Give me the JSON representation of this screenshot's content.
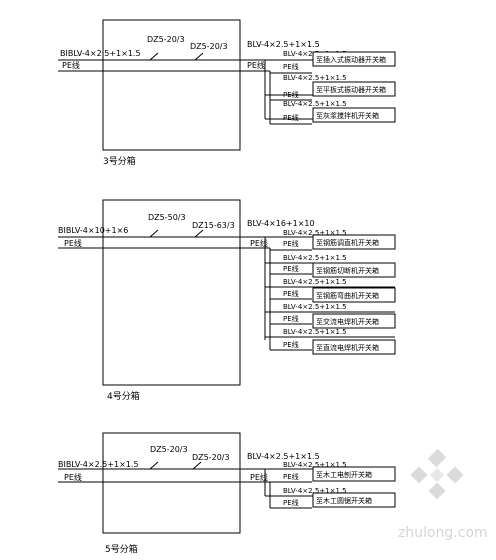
{
  "panels": [
    {
      "name": "3号分箱",
      "input_cable": "BIBLV-4×2.5+1×1.5",
      "input_pe": "PE线",
      "breaker_a": "DZ5-20/3",
      "breaker_b": "DZ5-20/3",
      "output_cable": "BLV-4×2.5+1×1.5",
      "output_pe": "PE线",
      "branches": [
        {
          "cable": "BLV-4×2.5+1×1.5",
          "pe": "PE线",
          "target": "至插入式振动器开关箱"
        },
        {
          "cable": "BLV-4×2.5+1×1.5",
          "pe": "PE线",
          "target": "至平板式振动器开关箱"
        },
        {
          "cable": "BLV-4×2.5+1×1.5",
          "pe": "PE线",
          "target": "至灰浆搅拌机开关箱"
        }
      ]
    },
    {
      "name": "4号分箱",
      "input_cable": "BIBLV-4×10+1×6",
      "input_pe": "PE线",
      "breaker_a": "DZ5-50/3",
      "breaker_b": "DZ15-63/3",
      "output_cable": "BLV-4×16+1×10",
      "output_pe": "PE线",
      "branches": [
        {
          "cable": "BLV-4×2.5+1×1.5",
          "pe": "PE线",
          "target": "至钢筋调直机开关箱"
        },
        {
          "cable": "BLV-4×2.5+1×1.5",
          "pe": "PE线",
          "target": "至钢筋切断机开关箱"
        },
        {
          "cable": "BLV-4×2.5+1×1.5",
          "pe": "PE线",
          "target": "至钢筋弯曲机开关箱"
        },
        {
          "cable": "BLV-4×2.5+1×1.5",
          "pe": "PE线",
          "target": "至交流电焊机开关箱"
        },
        {
          "cable": "BLV-4×2.5+1×1.5",
          "pe": "PE线",
          "target": "至直流电焊机开关箱"
        }
      ]
    },
    {
      "name": "5号分箱",
      "input_cable": "BIBLV-4×2.5+1×1.5",
      "input_pe": "PE线",
      "breaker_a": "DZ5-20/3",
      "breaker_b": "DZ5-20/3",
      "output_cable": "BLV-4×2.5+1×1.5",
      "output_pe": "PE线",
      "branches": [
        {
          "cable": "BLV-4×2.5+1×1.5",
          "pe": "PE线",
          "target": "至木工电刨开关箱"
        },
        {
          "cable": "BLV-4×2.5+1×1.5",
          "pe": "PE线",
          "target": "至木工圆锯开关箱"
        }
      ]
    }
  ],
  "watermark": "zhulong.com"
}
